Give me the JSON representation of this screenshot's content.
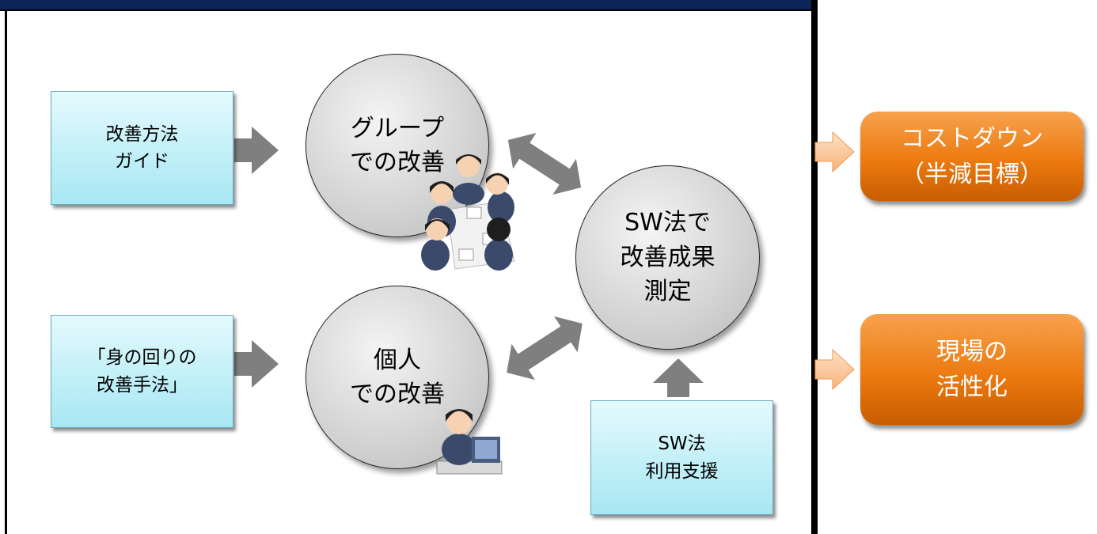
{
  "boxes": {
    "guide": "改善方法\nガイド",
    "personal_method": "「身の回りの\n改善手法」",
    "sw_support": "SW法\n利用支援"
  },
  "circles": {
    "group": "グループ\nでの改善",
    "individual": "個人\nでの改善",
    "measure": "SW法で\n改善成果\n測定"
  },
  "outcomes": {
    "cost_down": "コストダウン\n（半減目標）",
    "activation": "現場の\n活性化"
  },
  "colors": {
    "box_top": "#e4fafd",
    "box_bottom": "#a7e7f3",
    "arrow_gray": "#7f7f7f",
    "outcome_orange": "#ec7a10",
    "outcome_arrow": "#fbc79a",
    "frame_navy": "#0b2557"
  },
  "illustrations": {
    "meeting": "group-meeting-illustration",
    "laptop": "laptop-worker-illustration"
  }
}
